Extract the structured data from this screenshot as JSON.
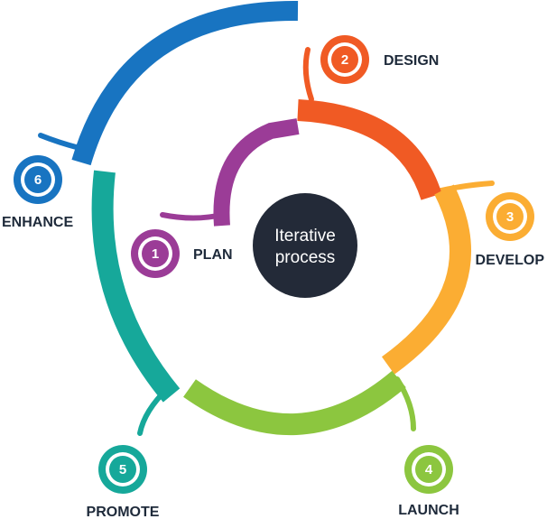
{
  "center": {
    "line1": "Iterative",
    "line2": "process",
    "color": "#232a38"
  },
  "steps": [
    {
      "number": "1",
      "label": "PLAN",
      "color": "#9b3c97"
    },
    {
      "number": "2",
      "label": "DESIGN",
      "color": "#f05a24"
    },
    {
      "number": "3",
      "label": "DEVELOP",
      "color": "#fbad33"
    },
    {
      "number": "4",
      "label": "LAUNCH",
      "color": "#8cc63f"
    },
    {
      "number": "5",
      "label": "PROMOTE",
      "color": "#16a89a"
    },
    {
      "number": "6",
      "label": "ENHANCE",
      "color": "#1874c1"
    }
  ]
}
